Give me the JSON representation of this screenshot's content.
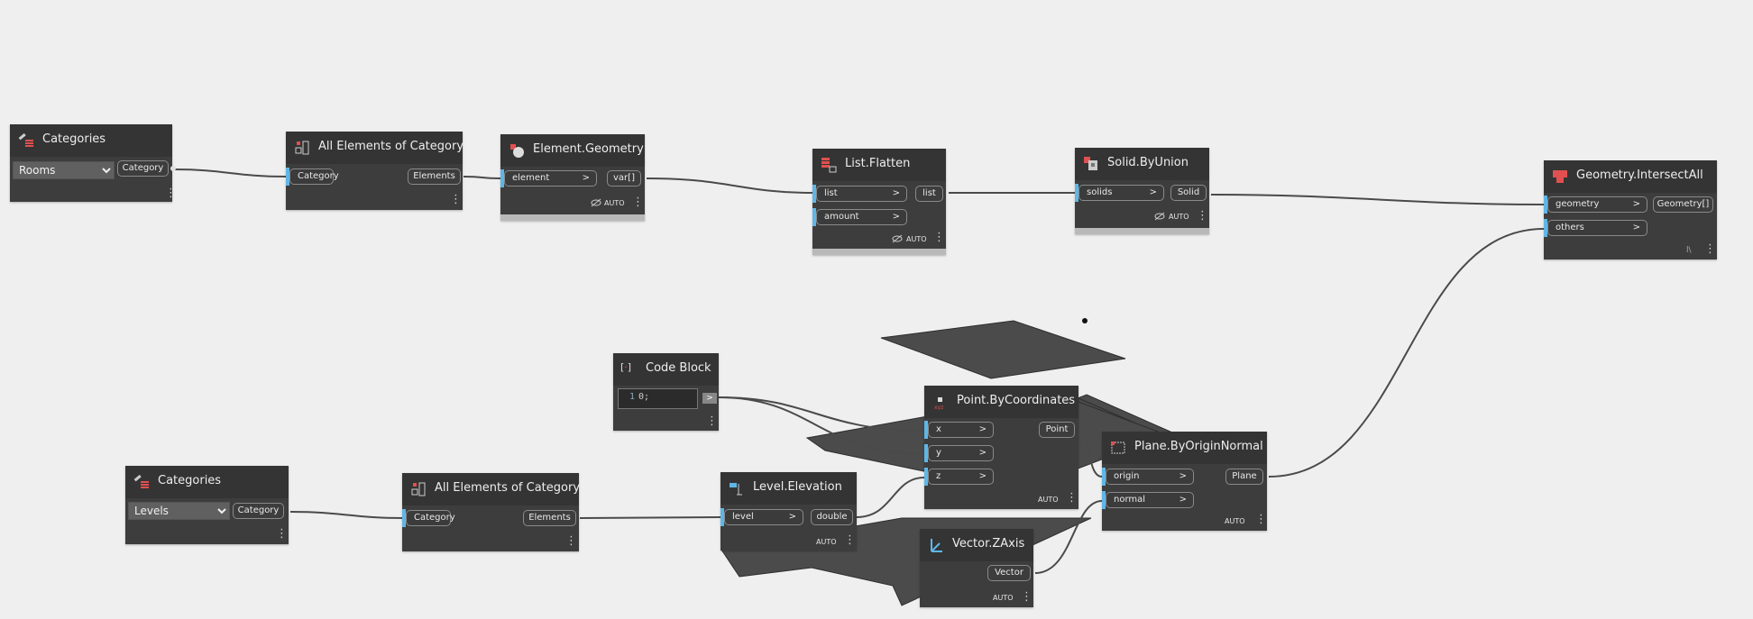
{
  "nodes": {
    "categories_rooms": {
      "title": "Categories",
      "selected": "Rooms",
      "options": [
        "Rooms"
      ],
      "output": "Category"
    },
    "all_elements_1": {
      "title": "All Elements of Category",
      "input": "Category",
      "output": "Elements"
    },
    "element_geometry": {
      "title": "Element.Geometry",
      "input": "element",
      "output": "var[]",
      "lacing": "AUTO"
    },
    "list_flatten": {
      "title": "List.Flatten",
      "inputs": [
        "list",
        "amount"
      ],
      "output": "list",
      "lacing": "AUTO"
    },
    "solid_byunion": {
      "title": "Solid.ByUnion",
      "input": "solids",
      "output": "Solid",
      "lacing": "AUTO"
    },
    "geometry_intersectall": {
      "title": "Geometry.IntersectAll",
      "inputs": [
        "geometry",
        "others"
      ],
      "output": "Geometry[]",
      "lacing": "l\\"
    },
    "code_block": {
      "title": "Code Block",
      "line": "1",
      "code": "0;"
    },
    "categories_levels": {
      "title": "Categories",
      "selected": "Levels",
      "options": [
        "Levels"
      ],
      "output": "Category"
    },
    "all_elements_2": {
      "title": "All Elements of Category",
      "input": "Category",
      "output": "Elements"
    },
    "level_elevation": {
      "title": "Level.Elevation",
      "input": "level",
      "output": "double",
      "lacing": "AUTO"
    },
    "point_bycoordinates": {
      "title": "Point.ByCoordinates",
      "inputs": [
        "x",
        "y",
        "z"
      ],
      "output": "Point",
      "lacing": "AUTO"
    },
    "plane_byoriginnormal": {
      "title": "Plane.ByOriginNormal",
      "inputs": [
        "origin",
        "normal"
      ],
      "output": "Plane",
      "lacing": "AUTO"
    },
    "vector_zaxis": {
      "title": "Vector.ZAxis",
      "output": "Vector",
      "lacing": "AUTO"
    }
  },
  "glyphs": {
    "arrow": ">",
    "menu": "⋮"
  },
  "colors": {
    "canvas": "#efefef",
    "node": "#3d3d3d",
    "header": "#343434",
    "input_marker": "#5fb6e6",
    "wire": "#4a4a4a",
    "geometry": "#4b4b4b"
  }
}
